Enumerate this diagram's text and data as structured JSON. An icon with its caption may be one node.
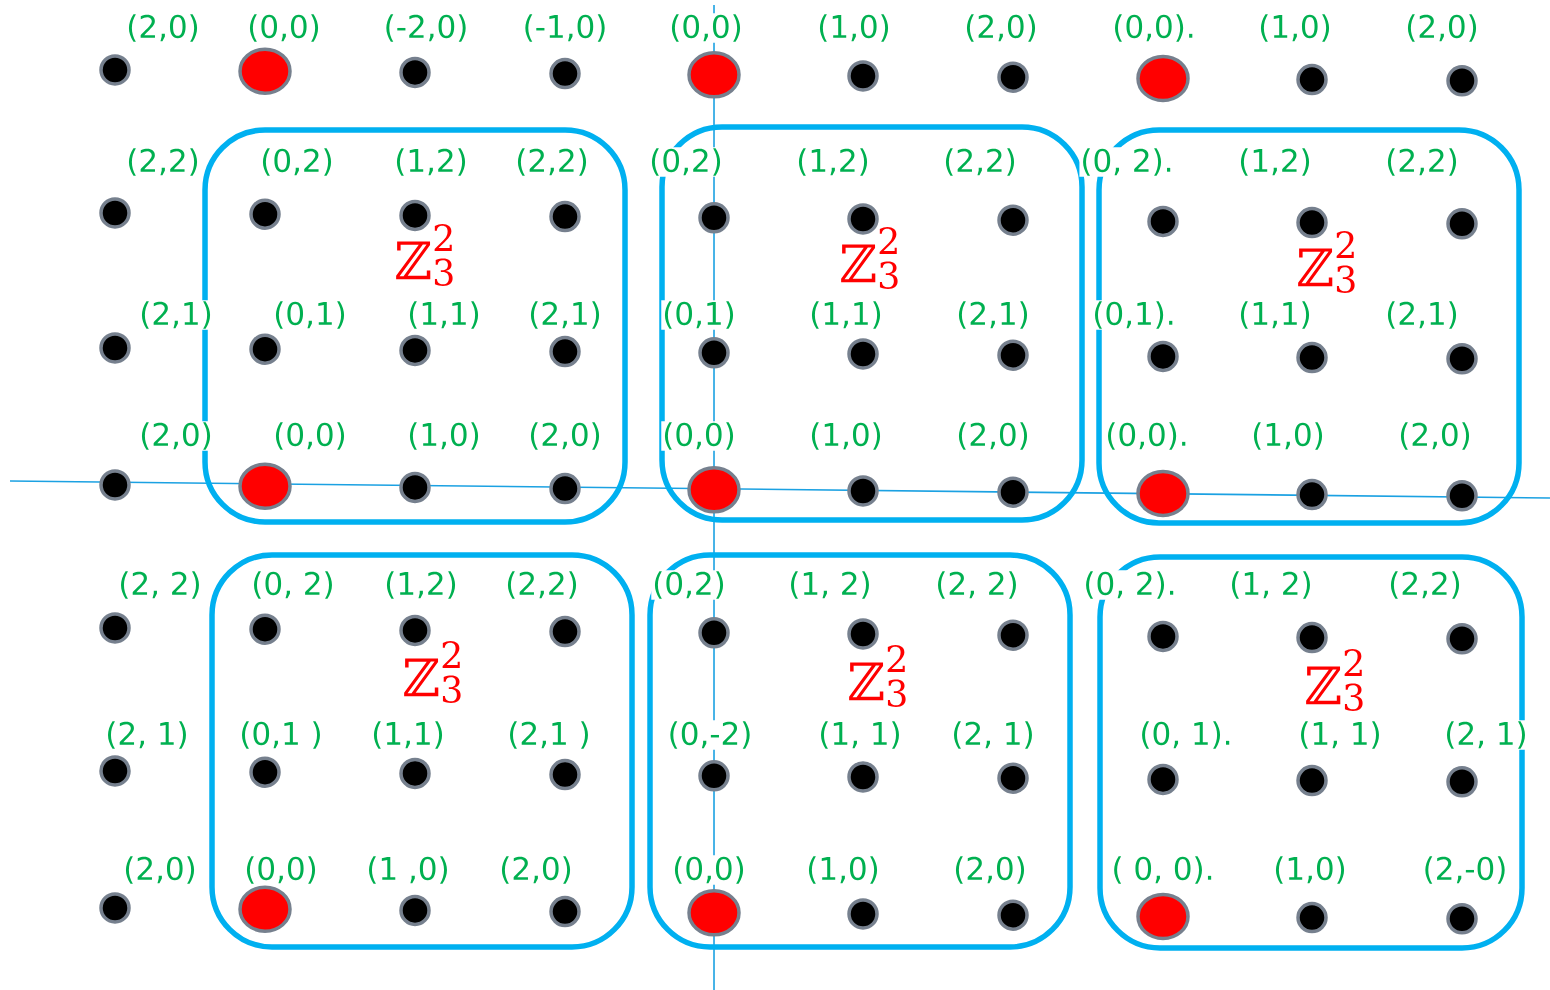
{
  "diagram": {
    "nodes": [
      {
        "text": [
          "\\text{ℤ}_{\\text{3}}^{\\text{2}}"
        ]
      },
      {
        "text": [
          "\\text{ℤ}_{\\text{3}}^{\\text{2}}"
        ]
      },
      {
        "text": [
          "\\text{ℤ}_{\\text{3}}^{\\text{2}}"
        ]
      },
      {
        "text": [
          "\\text{ℤ}_{\\text{3}}^{\\text{2}}"
        ]
      },
      {
        "text": [
          "\\text{ℤ}_{\\text{3}}^{\\text{2}}"
        ]
      },
      {
        "text": [
          "\\text{ℤ}_{\\text{3}}^{\\text{2}}"
        ]
      }
    ],
    "labels": [
      "(2,0)",
      "(0,0)",
      "(-2,0)",
      "(-1,0)",
      "(0,0)",
      "(1,0)",
      "(2,0)",
      "(0,0).",
      "(1,0)",
      "(2,0)",
      "(2,2)",
      "(0,2)",
      "(1,2)",
      "(2,2)",
      "(0,2)",
      "(1,2)",
      "(2,2)",
      "(0, 2).",
      "(1,2)",
      "(2,2)",
      "(2,1)",
      "(0,1)",
      "(1,1)",
      "(2,1)",
      "(0,1)",
      "(1,1)",
      "(2,1)",
      "(0,1).",
      "(1,1)",
      "(2,1)",
      "(2,0)",
      "(0,0)",
      "(1,0)",
      "(2,0)",
      "(0,0)",
      "(1,0)",
      "(2,0)",
      "(0,0).",
      "(1,0)",
      "(2,0)",
      "(2, 2)",
      "(0, 2)",
      "(1,2)",
      "(2,2)",
      "(0,2)",
      "(1, 2)",
      "(2, 2)",
      "(0, 2).",
      "(1, 2)",
      "(2,2)",
      "(2, 1)",
      "(0,1 )",
      "(1,1)",
      "(2,1 )",
      "(0,-2)",
      "(1, 1)",
      "(2, 1)",
      "(0, 1).",
      "(1, 1)",
      "(2, 1)",
      "(2,0)",
      "(0,0)",
      "(1 ,0)",
      "(2,0)",
      "(0,0)",
      "(1,0)",
      "(2,0)",
      "( 0, 0).",
      "(1,0)",
      "(2,-0)"
    ]
  }
}
